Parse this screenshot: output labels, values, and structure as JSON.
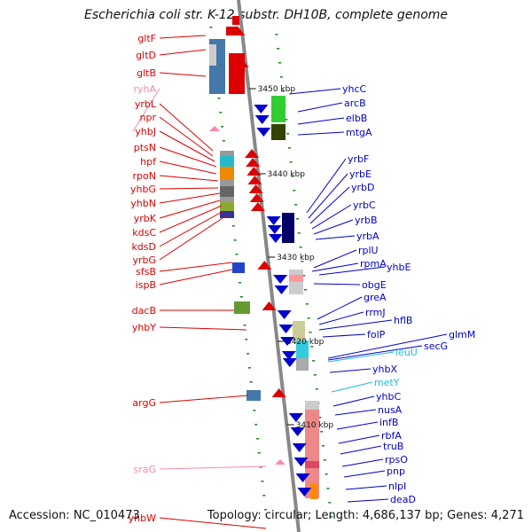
{
  "title": "Escherichia coli str. K-12 substr. DH10B, complete genome",
  "footer": {
    "accession": "Accession: NC_010473",
    "summary": "Topology: circular; Length: 4,686,137 bp; Genes: 4,271"
  },
  "colors": {
    "forward_gene": "#dd0000",
    "reverse_gene": "#0000cc",
    "rna_gene": "#ff88aa",
    "rna_gene_reverse": "#22bbdd",
    "backbone": "#888888",
    "tick": "#228822"
  },
  "scale_labels": [
    "3450 kbp",
    "3440 kbp",
    "3430 kbp",
    "3420 kbp",
    "3410 kbp"
  ],
  "left_genes": [
    {
      "name": "gltF",
      "type": "cds"
    },
    {
      "name": "gltD",
      "type": "cds"
    },
    {
      "name": "gltB",
      "type": "cds"
    },
    {
      "name": "ryhA",
      "type": "rna"
    },
    {
      "name": "yrbL",
      "type": "cds"
    },
    {
      "name": "npr",
      "type": "cds"
    },
    {
      "name": "yhbJ",
      "type": "cds"
    },
    {
      "name": "ptsN",
      "type": "cds"
    },
    {
      "name": "hpf",
      "type": "cds"
    },
    {
      "name": "rpoN",
      "type": "cds"
    },
    {
      "name": "yhbG",
      "type": "cds"
    },
    {
      "name": "yhbN",
      "type": "cds"
    },
    {
      "name": "yrbK",
      "type": "cds"
    },
    {
      "name": "kdsC",
      "type": "cds"
    },
    {
      "name": "kdsD",
      "type": "cds"
    },
    {
      "name": "yrbG",
      "type": "cds"
    },
    {
      "name": "sfsB",
      "type": "cds"
    },
    {
      "name": "ispB",
      "type": "cds"
    },
    {
      "name": "dacB",
      "type": "cds"
    },
    {
      "name": "yhbY",
      "type": "cds"
    },
    {
      "name": "argG",
      "type": "cds"
    },
    {
      "name": "sraG",
      "type": "rna"
    },
    {
      "name": "yhbW",
      "type": "cds"
    }
  ],
  "right_genes": [
    {
      "name": "yhcC",
      "type": "cds"
    },
    {
      "name": "arcB",
      "type": "cds"
    },
    {
      "name": "elbB",
      "type": "cds"
    },
    {
      "name": "mtgA",
      "type": "cds"
    },
    {
      "name": "yrbF",
      "type": "cds"
    },
    {
      "name": "yrbE",
      "type": "cds"
    },
    {
      "name": "yrbD",
      "type": "cds"
    },
    {
      "name": "yrbC",
      "type": "cds"
    },
    {
      "name": "yrbB",
      "type": "cds"
    },
    {
      "name": "yrbA",
      "type": "cds"
    },
    {
      "name": "rplU",
      "type": "cds"
    },
    {
      "name": "rpmA",
      "type": "cds"
    },
    {
      "name": "yhbE",
      "type": "cds"
    },
    {
      "name": "obgE",
      "type": "cds"
    },
    {
      "name": "greA",
      "type": "cds"
    },
    {
      "name": "rrmJ",
      "type": "cds"
    },
    {
      "name": "hflB",
      "type": "cds"
    },
    {
      "name": "folP",
      "type": "cds"
    },
    {
      "name": "glmM",
      "type": "cds"
    },
    {
      "name": "secG",
      "type": "cds"
    },
    {
      "name": "leuU",
      "type": "rna"
    },
    {
      "name": "yhbX",
      "type": "cds"
    },
    {
      "name": "metY",
      "type": "rna"
    },
    {
      "name": "yhbC",
      "type": "cds"
    },
    {
      "name": "nusA",
      "type": "cds"
    },
    {
      "name": "infB",
      "type": "cds"
    },
    {
      "name": "rbfA",
      "type": "cds"
    },
    {
      "name": "truB",
      "type": "cds"
    },
    {
      "name": "rpsO",
      "type": "cds"
    },
    {
      "name": "pnp",
      "type": "cds"
    },
    {
      "name": "nlpI",
      "type": "cds"
    },
    {
      "name": "deaD",
      "type": "cds"
    }
  ]
}
